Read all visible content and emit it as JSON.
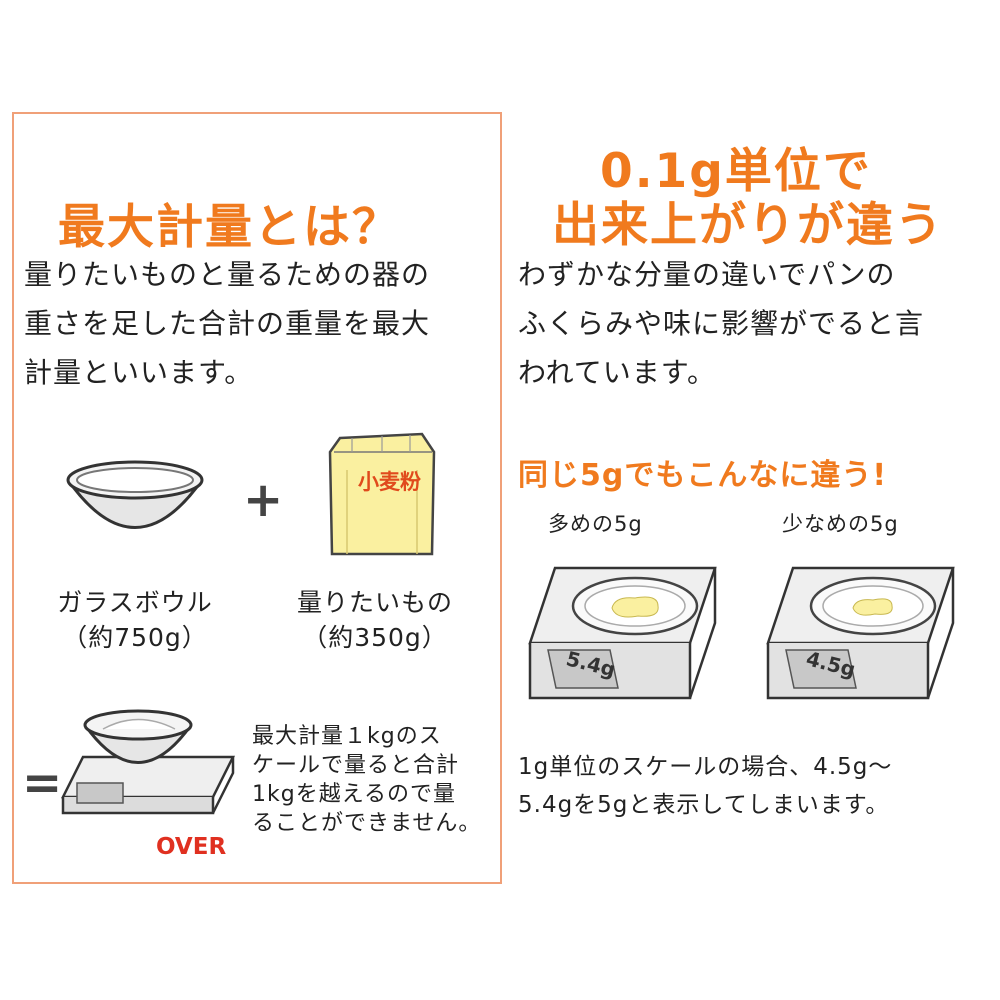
{
  "left": {
    "title": "最大計量とは？",
    "paragraph": [
      "量りたいものと量るための器の",
      "重さを足した合計の重量を最大",
      "計量といいます。"
    ],
    "bowl_label": [
      "ガラスボウル",
      "（約750g）"
    ],
    "bag_text": "小麦粉",
    "item_label": [
      "量りたいもの",
      "（約350g）"
    ],
    "plus": "+",
    "equal": "=",
    "over": "OVER",
    "note": [
      "最大計量１kgのス",
      "ケールで量ると合計",
      "1kgを越えるので量",
      "ることができません。"
    ]
  },
  "right": {
    "title": [
      "0.1g単位で",
      "出来上がりが違う"
    ],
    "paragraph": [
      "わずかな分量の違いでパンの",
      "ふくらみや味に影響がでると言",
      "われています。"
    ],
    "subhead": "同じ5gでもこんなに違う!",
    "scale_more": {
      "caption": "多めの5g",
      "reading": "5.4g"
    },
    "scale_less": {
      "caption": "少なめの5g",
      "reading": "4.5g"
    },
    "bottom_note": [
      "1g単位のスケールの場合、4.5g〜",
      "5.4gを5gと表示してしまいます。"
    ]
  },
  "colors": {
    "accent": "#f07a1e",
    "border": "#f0a078",
    "over": "#e03020",
    "bag": "#faf0a0"
  }
}
